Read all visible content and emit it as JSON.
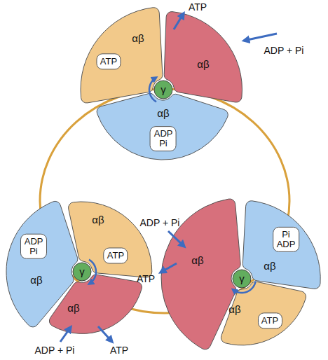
{
  "diagram": {
    "nodes": [
      {
        "text": [
          "αβ",
          "ATP"
        ]
      },
      {
        "text": [
          "αβ"
        ]
      },
      {
        "text": [
          "γ"
        ]
      },
      {
        "text": [
          "αβ",
          "ADP Pi"
        ]
      },
      {
        "text": [
          "ADP Pi",
          "αβ"
        ]
      },
      {
        "text": [
          "αβ",
          "ATP"
        ]
      },
      {
        "text": [
          "γ"
        ]
      },
      {
        "text": [
          "αβ"
        ]
      },
      {
        "text": [
          "αβ"
        ]
      },
      {
        "text": [
          "Pi ADP",
          "αβ"
        ]
      },
      {
        "text": [
          "γ"
        ]
      },
      {
        "text": [
          "αβ",
          "ATP"
        ]
      }
    ],
    "labels": [
      "ATP",
      "ADP + Pi",
      "ADP + Pi",
      "ATP",
      "ADP + Pi",
      "ATP"
    ]
  }
}
